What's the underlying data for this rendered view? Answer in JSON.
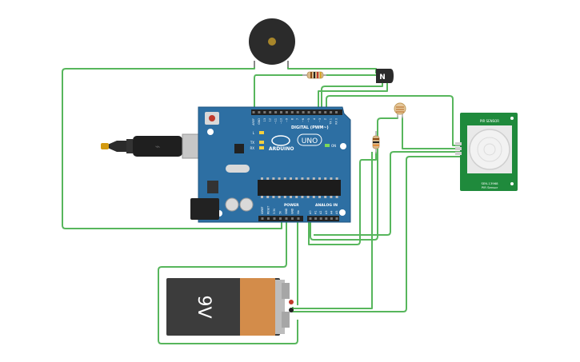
{
  "arduino": {
    "brand_label": "ARDUINO",
    "model_label": "UNO",
    "digital_header_label": "DIGITAL (PWM~)",
    "power_header_label": "POWER",
    "analog_header_label": "ANALOG IN",
    "on_label": "ON",
    "led_labels": [
      "L",
      "TX",
      "RX"
    ],
    "power_pin_labels": [
      "IOREF",
      "RESET",
      "3.3V",
      "5V",
      "GND",
      "GND",
      "Vin"
    ],
    "analog_pin_labels": [
      "A0",
      "A1",
      "A2",
      "A3",
      "A4",
      "A5"
    ],
    "digital_pin_labels": [
      "AREF",
      "GND",
      "13",
      "12",
      "~11",
      "~10",
      "~9",
      "8",
      "7",
      "~6",
      "~5",
      "4",
      "~3",
      "2",
      "TX 1",
      "RX 0"
    ]
  },
  "battery": {
    "voltage_label": "9V"
  },
  "transistor": {
    "label": "N"
  },
  "pir_sensor": {
    "top_label": "PIR SENSOR",
    "side_label_1": "PIR Sensor",
    "side_label_2": "SEN-13968"
  },
  "colors": {
    "wire": "#57b65c",
    "board": "#2d6fa3",
    "pir_board": "#1f8a3c",
    "battery_body": "#3c3c3c",
    "battery_label": "#d38c4a"
  },
  "icons": [
    "usb-cable-icon",
    "piezo-buzzer-icon",
    "resistor-icon",
    "photoresistor-icon",
    "pir-lens-icon",
    "battery-icon"
  ]
}
